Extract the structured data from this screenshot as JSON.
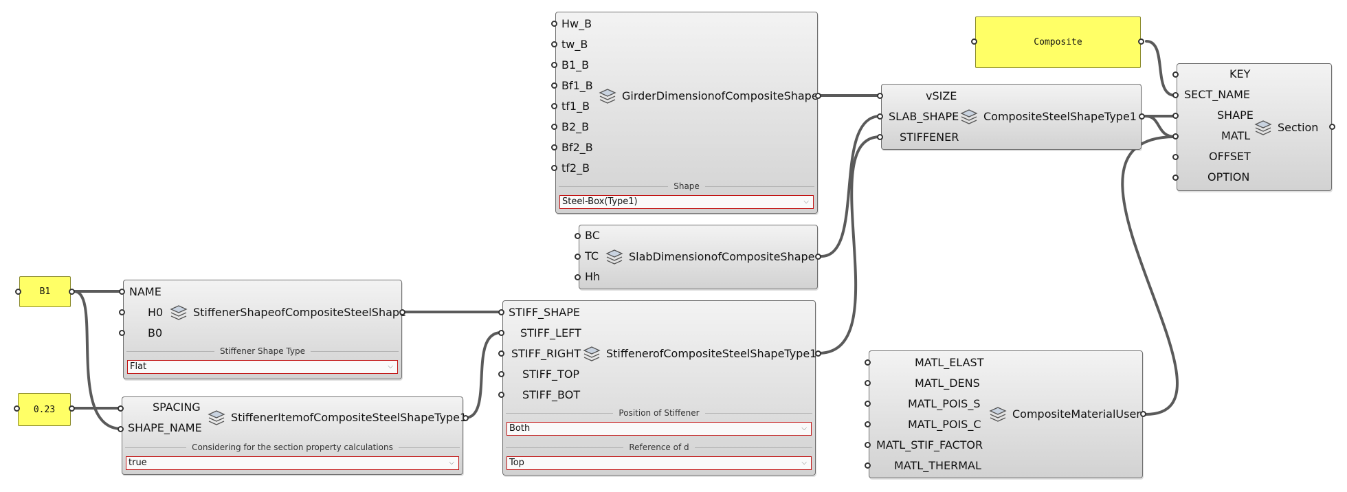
{
  "panels": {
    "composite": "Composite",
    "b1": "B1",
    "spacing_value": "0.23"
  },
  "components": {
    "girder": {
      "title": "GirderDimensionofCompositeShape",
      "inputs": [
        "Hw_B",
        "tw_B",
        "B1_B",
        "Bf1_B",
        "tf1_B",
        "B2_B",
        "Bf2_B",
        "tf2_B"
      ],
      "dropdown_label": "Shape",
      "dropdown_value": "Steel-Box(Type1)"
    },
    "slab": {
      "title": "SlabDimensionofCompositeShape",
      "inputs": [
        "BC",
        "TC",
        "Hh"
      ]
    },
    "stiffener_shape": {
      "title": "StiffenerShapeofCompositeSteelShape",
      "inputs": [
        "NAME",
        "H0",
        "B0"
      ],
      "dropdown_label": "Stiffener Shape Type",
      "dropdown_value": "Flat"
    },
    "stiffener_item": {
      "title": "StiffenerItemofCompositeSteelShapeType1",
      "inputs": [
        "SPACING",
        "SHAPE_NAME"
      ],
      "dropdown_label": "Considering for the section property calculations",
      "dropdown_value": "true"
    },
    "stiffener": {
      "title": "StiffenerofCompositeSteelShapeType1",
      "inputs": [
        "STIFF_SHAPE",
        "STIFF_LEFT",
        "STIFF_RIGHT",
        "STIFF_TOP",
        "STIFF_BOT"
      ],
      "dropdown1_label": "Position of Stiffener",
      "dropdown1_value": "Both",
      "dropdown2_label": "Reference of d",
      "dropdown2_value": "Top"
    },
    "composite_steel": {
      "title": "CompositeSteelShapeType1",
      "inputs": [
        "vSIZE",
        "SLAB_SHAPE",
        "STIFFENER"
      ]
    },
    "material": {
      "title": "CompositeMaterialUser",
      "inputs": [
        "MATL_ELAST",
        "MATL_DENS",
        "MATL_POIS_S",
        "MATL_POIS_C",
        "MATL_STIF_FACTOR",
        "MATL_THERMAL"
      ]
    },
    "section": {
      "title": "Section",
      "inputs": [
        "KEY",
        "SECT_NAME",
        "SHAPE",
        "MATL",
        "OFFSET",
        "OPTION"
      ]
    }
  },
  "icons": {
    "component": "layers-icon",
    "dropdown": "chevron-down-icon"
  },
  "colors": {
    "panel": "#ffff66",
    "wire": "#5a5a5a",
    "dropdown_border": "#c21414"
  }
}
